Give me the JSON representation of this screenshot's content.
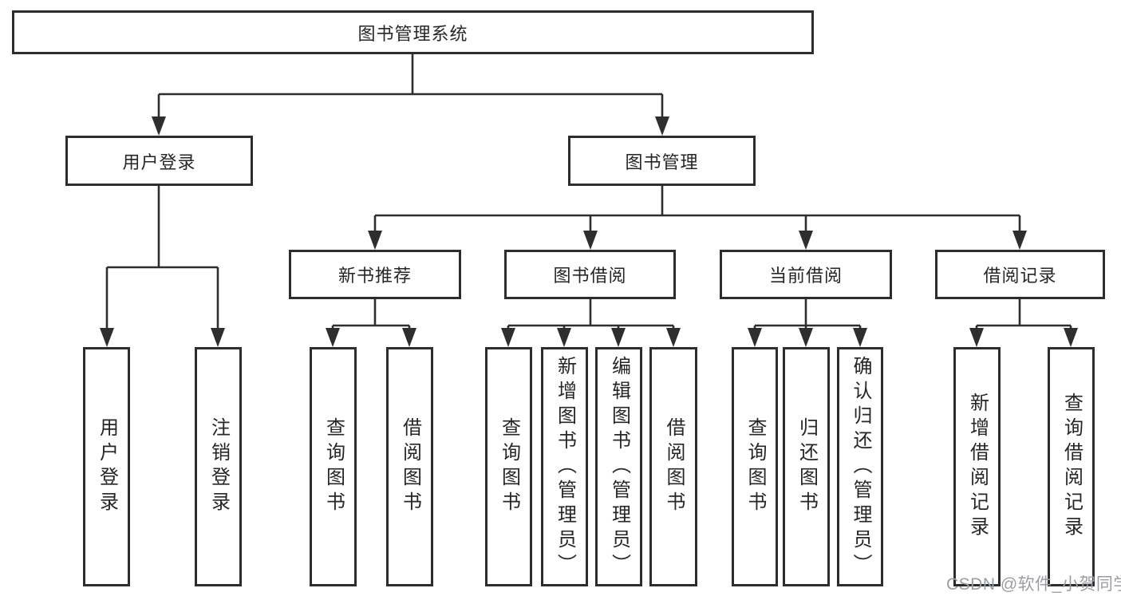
{
  "root": {
    "label": "图书管理系统"
  },
  "level1": [
    {
      "label": "用户登录"
    },
    {
      "label": "图书管理"
    }
  ],
  "level2": [
    {
      "label": "新书推荐"
    },
    {
      "label": "图书借阅"
    },
    {
      "label": "当前借阅"
    },
    {
      "label": "借阅记录"
    }
  ],
  "leaves": {
    "login": [
      "用户登录",
      "注销登录"
    ],
    "new_books": [
      "查询图书",
      "借阅图书"
    ],
    "borrow": [
      "查询图书",
      "新增图书（管理员）",
      "编辑图书（管理员）",
      "借阅图书"
    ],
    "current": [
      "查询图书",
      "归还图书",
      "确认归还（管理员）"
    ],
    "records": [
      "新增借阅记录",
      "查询借阅记录"
    ]
  },
  "watermark": {
    "text": "CSDN @软件_小贺同学"
  },
  "colors": {
    "line": "#2e2e2e",
    "text": "#262626",
    "watermark": "#9b9ea3",
    "background": "#ffffff"
  }
}
